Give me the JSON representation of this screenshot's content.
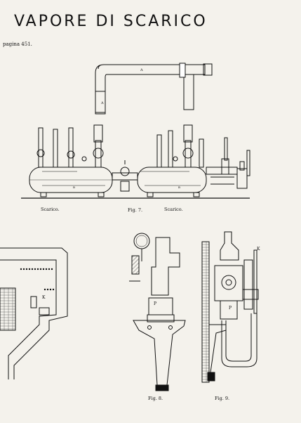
{
  "document": {
    "title": "VAPORE DI SCARICO",
    "page_reference": "pagina 451.",
    "figures": {
      "fig7": {
        "caption": "Fig. 7.",
        "label_left": "Scarico.",
        "label_right": "Scarico."
      },
      "fig8": {
        "caption": "Fig. 8."
      },
      "fig9": {
        "caption": "Fig. 9."
      }
    }
  }
}
